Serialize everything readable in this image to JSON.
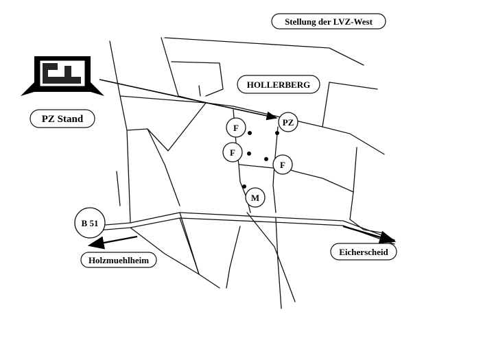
{
  "labels": {
    "title": "Stellung der LVZ-West",
    "hill": "HOLLERBERG",
    "pz_stand": "PZ Stand",
    "road": "B 51",
    "west_dest": "Holzmuehlheim",
    "east_dest": "Eicherscheid"
  },
  "markers": [
    {
      "id": "pz",
      "text": "PZ"
    },
    {
      "id": "f1",
      "text": "F"
    },
    {
      "id": "f2",
      "text": "F"
    },
    {
      "id": "f3",
      "text": "F"
    },
    {
      "id": "m",
      "text": "M"
    }
  ],
  "colors": {
    "ink": "#000000",
    "paper": "#ffffff"
  }
}
